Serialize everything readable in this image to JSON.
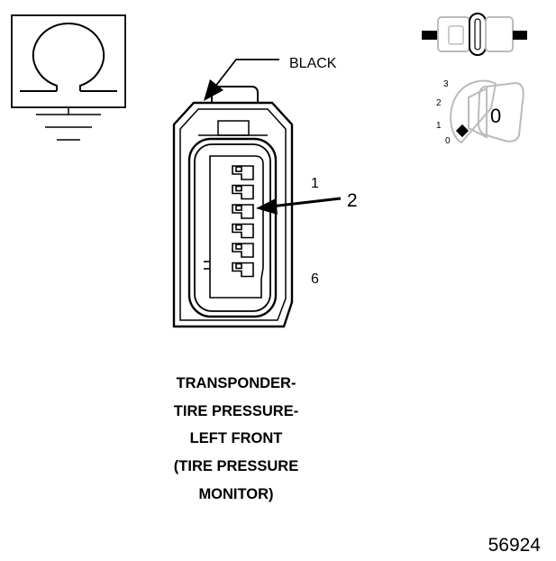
{
  "diagram": {
    "color_label": "BLACK",
    "pin_first": "1",
    "pin_last": "6",
    "callout": "2",
    "caption_lines": [
      "TRANSPONDER-",
      "TIRE PRESSURE-",
      "LEFT FRONT",
      "(TIRE PRESSURE",
      "MONITOR)"
    ],
    "figure_number": "56924",
    "ignition_positions": [
      "3",
      "2",
      "1",
      "0"
    ],
    "key_label": "0"
  }
}
